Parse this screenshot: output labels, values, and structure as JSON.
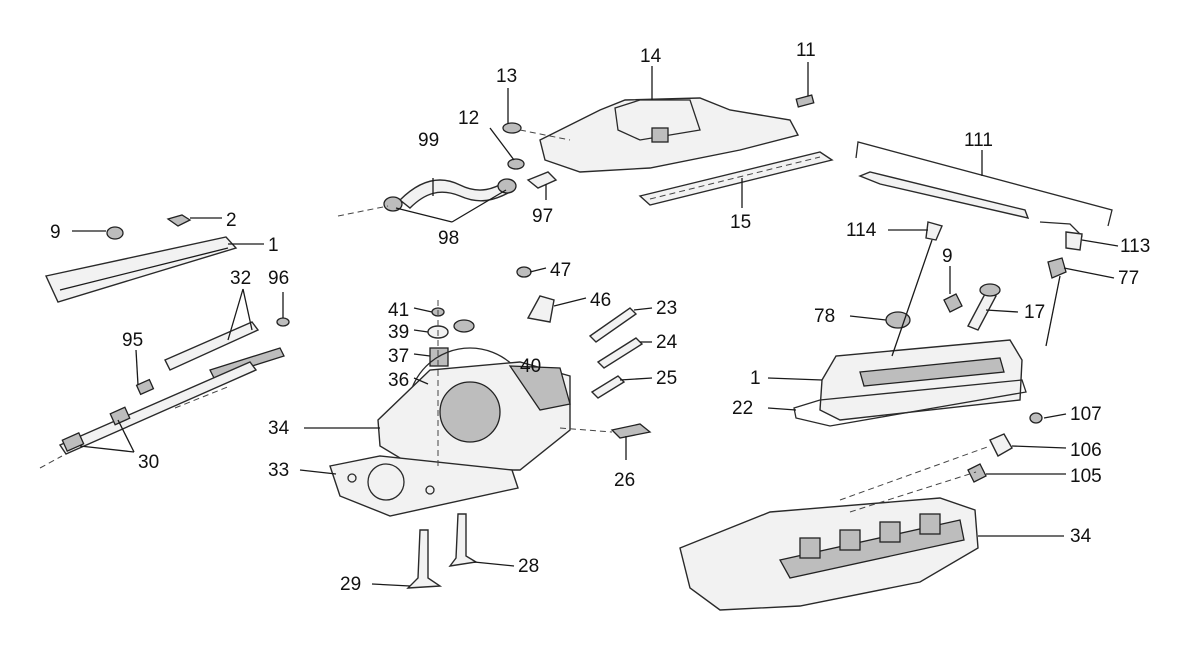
{
  "diagram": {
    "labels": {
      "l_9a": "9",
      "l_2": "2",
      "l_1a": "1",
      "l_32": "32",
      "l_96": "96",
      "l_95": "95",
      "l_30": "30",
      "l_13": "13",
      "l_14": "14",
      "l_11": "11",
      "l_12": "12",
      "l_99": "99",
      "l_97": "97",
      "l_98": "98",
      "l_15": "15",
      "l_111": "111",
      "l_114": "114",
      "l_113": "113",
      "l_9b": "9",
      "l_77": "77",
      "l_78": "78",
      "l_17": "17",
      "l_1b": "1",
      "l_22": "22",
      "l_107": "107",
      "l_106": "106",
      "l_105": "105",
      "l_34b": "34",
      "l_47": "47",
      "l_46": "46",
      "l_41": "41",
      "l_39": "39",
      "l_37": "37",
      "l_36": "36",
      "l_23": "23",
      "l_24": "24",
      "l_25": "25",
      "l_34a": "34",
      "l_33": "33",
      "l_26": "26",
      "l_28": "28",
      "l_29": "29",
      "l_40": "40"
    }
  }
}
